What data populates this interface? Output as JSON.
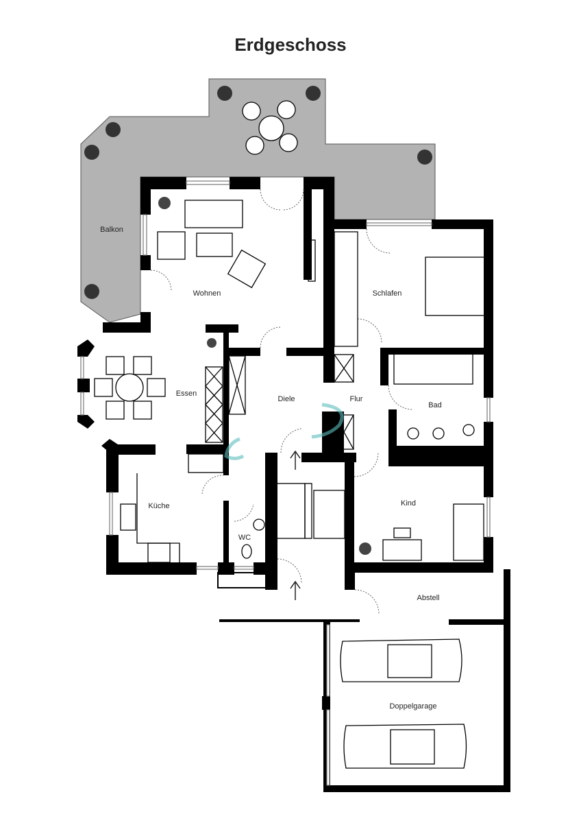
{
  "title": "Erdgeschoss",
  "rooms": {
    "balkon": "Balkon",
    "wohnen": "Wohnen",
    "schlafen": "Schlafen",
    "essen": "Essen",
    "diele": "Diele",
    "flur": "Flur",
    "bad": "Bad",
    "kueche": "Küche",
    "wc": "WC",
    "kind": "Kind",
    "abstell": "Abstell",
    "doppelgarage": "Doppelgarage"
  },
  "colors": {
    "balcony": "#b3b3b3",
    "walls": "#000000",
    "watermark": "#5bbdbd"
  }
}
